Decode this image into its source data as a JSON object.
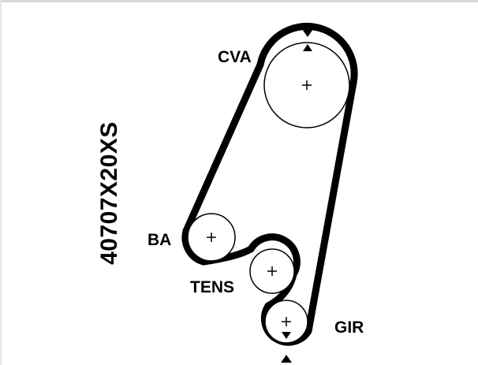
{
  "diagram": {
    "part_number": "40707X20XS",
    "pulleys": {
      "cva": "CVA",
      "ba": "BA",
      "tens": "TENS",
      "gir": "GIR"
    },
    "colors": {
      "belt": "#000000",
      "pulley_outline": "#000000",
      "background": "#ffffff"
    }
  }
}
